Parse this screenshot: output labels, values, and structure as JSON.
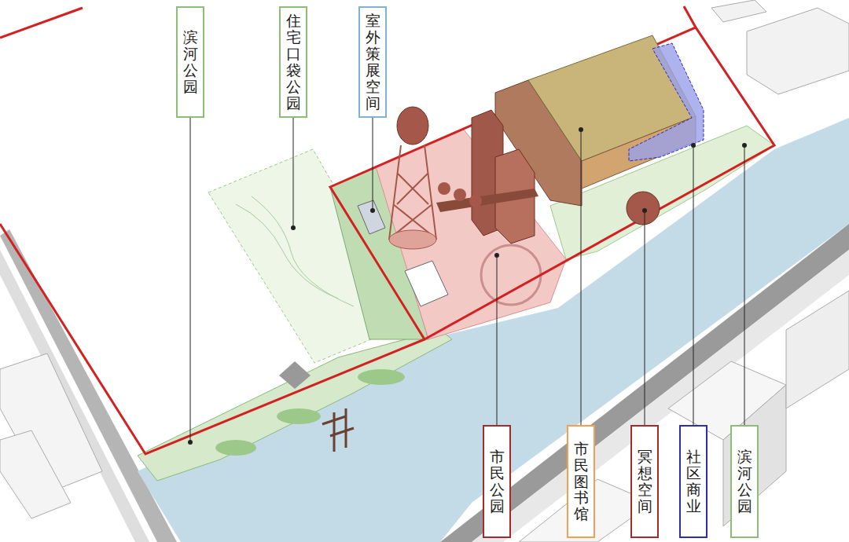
{
  "diagram": {
    "nodes": [
      {
        "text": [
          "滨河公园"
        ]
      },
      {
        "text": [
          "住宅口袋公园"
        ]
      },
      {
        "text": [
          "室外策展空间"
        ]
      },
      {
        "text": [
          "市民公园"
        ]
      },
      {
        "text": [
          "市民图书馆"
        ]
      },
      {
        "text": [
          "冥想空间"
        ]
      },
      {
        "text": [
          "社区商业"
        ]
      },
      {
        "text": [
          "滨河公园"
        ]
      }
    ]
  }
}
